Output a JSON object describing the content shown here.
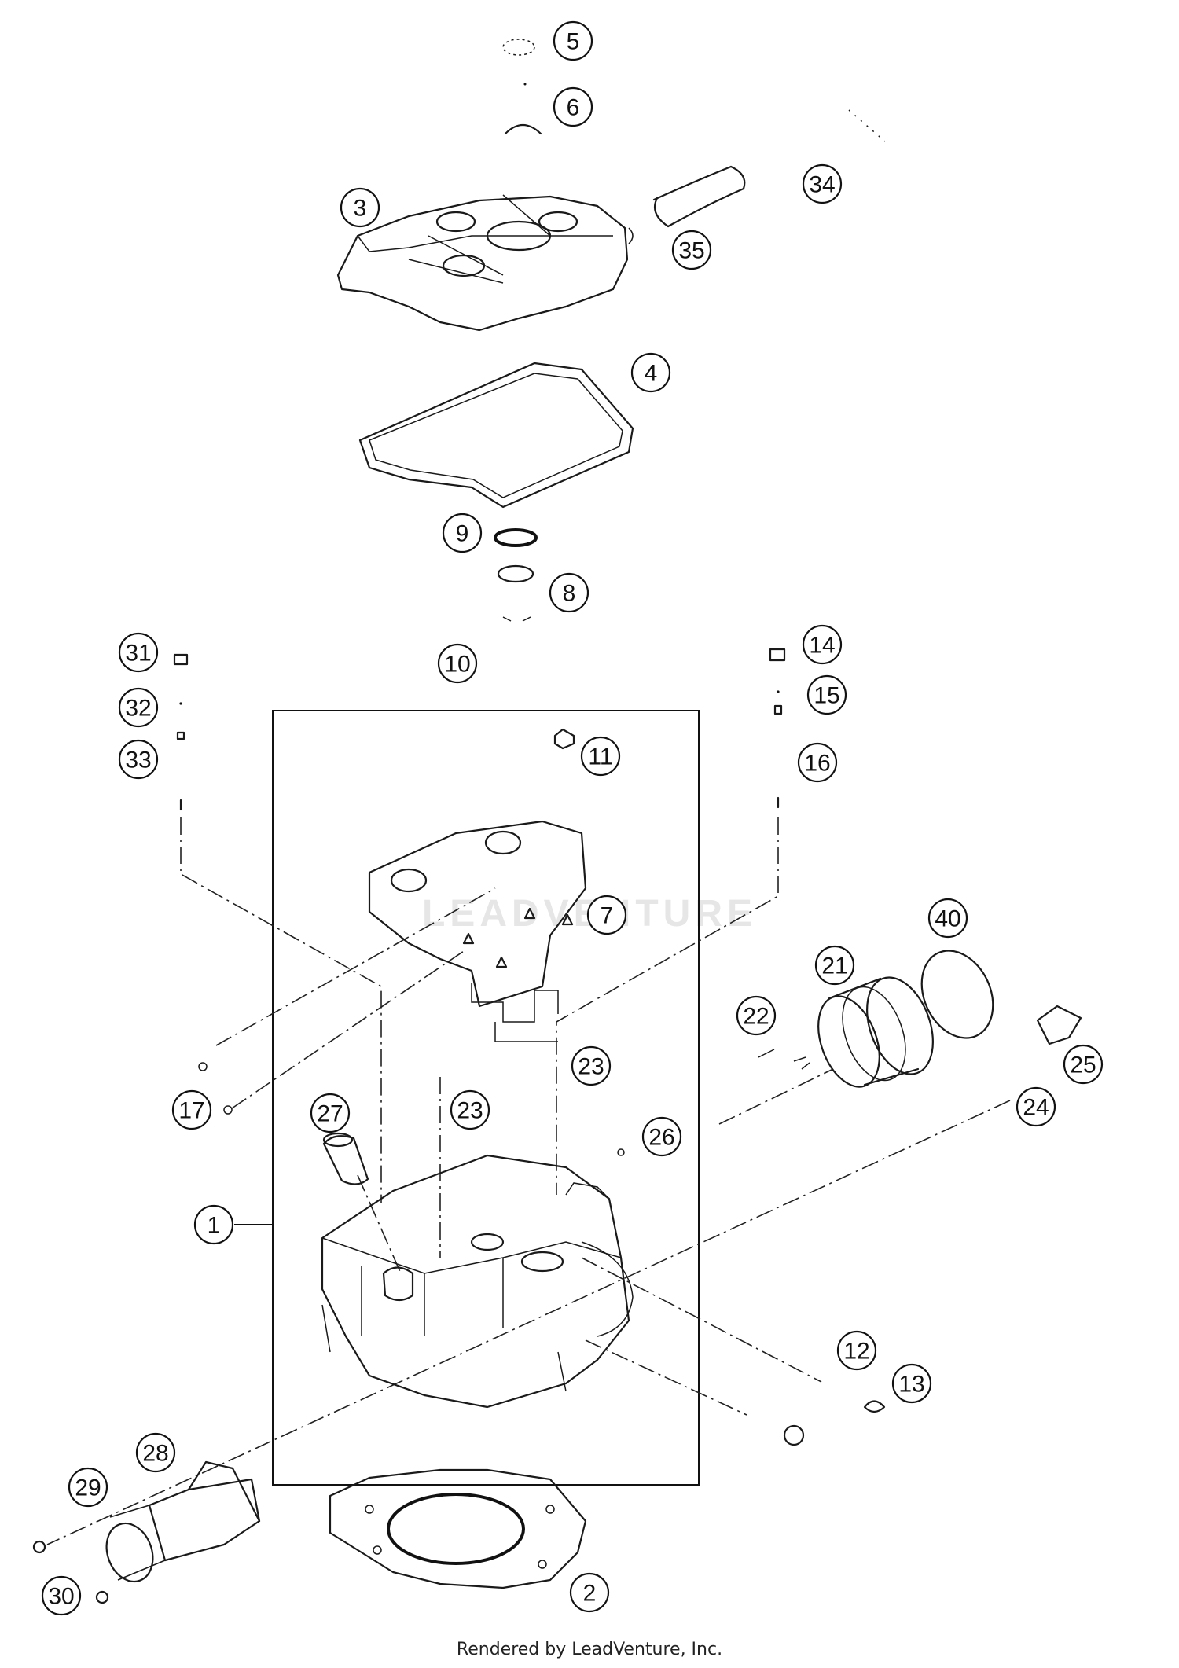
{
  "diagram": {
    "callouts": [
      {
        "id": "c5",
        "label": "5"
      },
      {
        "id": "c6",
        "label": "6"
      },
      {
        "id": "c34",
        "label": "34"
      },
      {
        "id": "c3",
        "label": "3"
      },
      {
        "id": "c35",
        "label": "35"
      },
      {
        "id": "c4",
        "label": "4"
      },
      {
        "id": "c9",
        "label": "9"
      },
      {
        "id": "c8",
        "label": "8"
      },
      {
        "id": "c31",
        "label": "31"
      },
      {
        "id": "c10",
        "label": "10"
      },
      {
        "id": "c14",
        "label": "14"
      },
      {
        "id": "c32",
        "label": "32"
      },
      {
        "id": "c15",
        "label": "15"
      },
      {
        "id": "c33",
        "label": "33"
      },
      {
        "id": "c11",
        "label": "11"
      },
      {
        "id": "c16",
        "label": "16"
      },
      {
        "id": "c7",
        "label": "7"
      },
      {
        "id": "c40",
        "label": "40"
      },
      {
        "id": "c21",
        "label": "21"
      },
      {
        "id": "c22",
        "label": "22"
      },
      {
        "id": "c23a",
        "label": "23"
      },
      {
        "id": "c25",
        "label": "25"
      },
      {
        "id": "c17",
        "label": "17"
      },
      {
        "id": "c27",
        "label": "27"
      },
      {
        "id": "c23b",
        "label": "23"
      },
      {
        "id": "c24",
        "label": "24"
      },
      {
        "id": "c26",
        "label": "26"
      },
      {
        "id": "c1",
        "label": "1"
      },
      {
        "id": "c12",
        "label": "12"
      },
      {
        "id": "c13",
        "label": "13"
      },
      {
        "id": "c28",
        "label": "28"
      },
      {
        "id": "c29",
        "label": "29"
      },
      {
        "id": "c2",
        "label": "2"
      },
      {
        "id": "c30",
        "label": "30"
      }
    ],
    "watermark": "LEADVENTURE"
  },
  "footer": {
    "text": "Rendered by LeadVenture, Inc."
  }
}
